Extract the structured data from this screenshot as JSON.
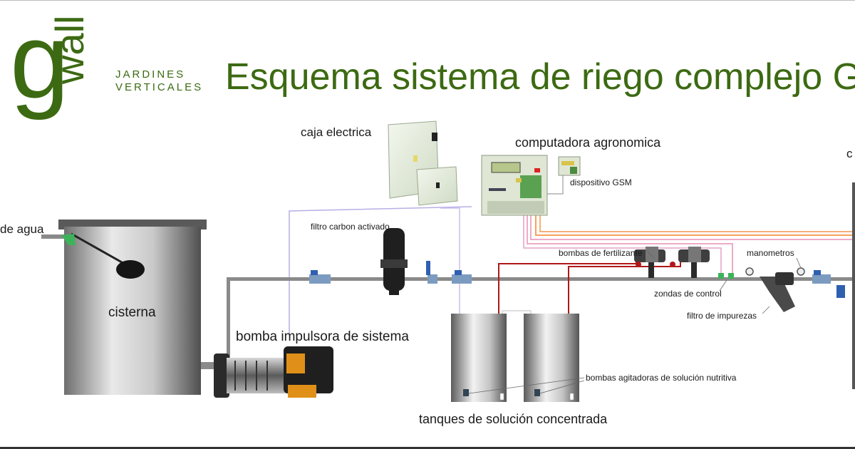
{
  "logo": {
    "letter": "g",
    "word": "wall",
    "line1": "JARDINES",
    "line2": "VERTICALES",
    "color": "#3c6a12"
  },
  "title": "Esquema sistema de riego complejo G",
  "labels": {
    "water_inlet": "de agua",
    "cistern": "cisterna",
    "pump": "bomba impulsora de sistema",
    "electric_box": "caja electrica",
    "computer": "computadora agronomica",
    "gsm": "dispositivo GSM",
    "carbon_filter": "filtro carbon activado",
    "fertilizer_pumps": "bombas de fertilizante",
    "pressure_gauges": "manometros",
    "control_probes": "zondas de control",
    "impurity_filter": "filtro de impurezas",
    "agitator_pumps": "bombas agitadoras de solución nutritiva",
    "tanks": "tanques de solución concentrada",
    "cut_label": "c"
  },
  "colors": {
    "pipe": "#8a8a8a",
    "red_line": "#b01818",
    "violet_line": "#b9aee6",
    "pink_line": "#e88fb4",
    "orange_line": "#f5a25a",
    "green": "#3c6a12"
  }
}
